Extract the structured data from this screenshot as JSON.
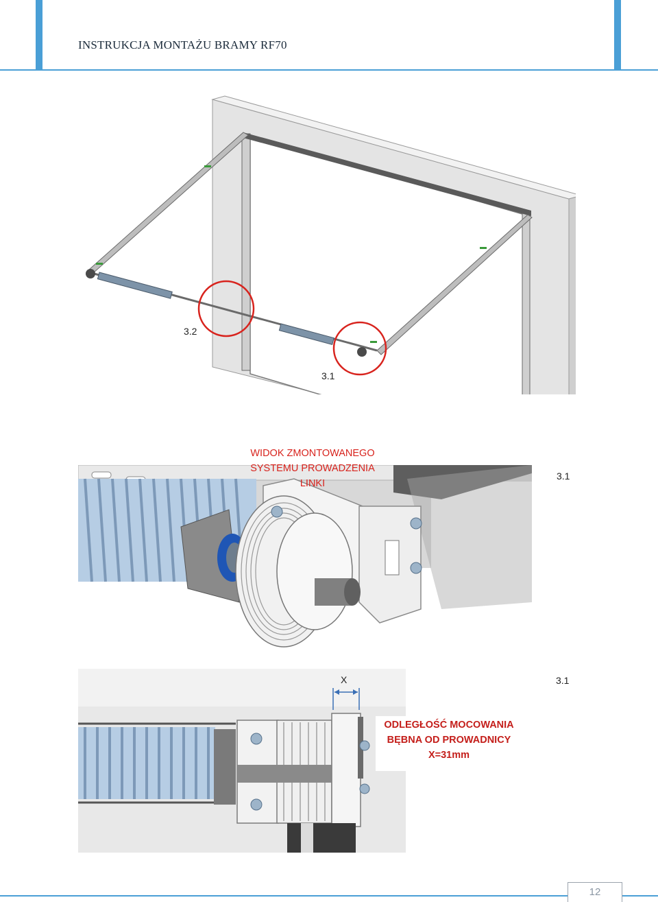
{
  "header": {
    "title": "INSTRUKCJA MONTAŻU BRAMY RF70"
  },
  "figure1": {
    "labels": {
      "callout_a": "3.2",
      "callout_b": "3.1"
    }
  },
  "figure2": {
    "ref_label": "3.1",
    "caption_lines": [
      "WIDOK ZMONTOWANEGO",
      "SYSTEMU PROWADZENIA",
      "LINKI"
    ]
  },
  "figure3": {
    "ref_label": "3.1",
    "dimension_label": "X",
    "caption_lines": [
      "ODLEGŁOŚĆ MOCOWANIA",
      "BĘBNA OD PROWADNICY",
      "X=31mm"
    ]
  },
  "footer": {
    "page_number": "12"
  },
  "colors": {
    "accent": "#4a9fd6",
    "callout": "#d8231d",
    "spring": "#a9c4df",
    "ring": "#1f56b5"
  }
}
